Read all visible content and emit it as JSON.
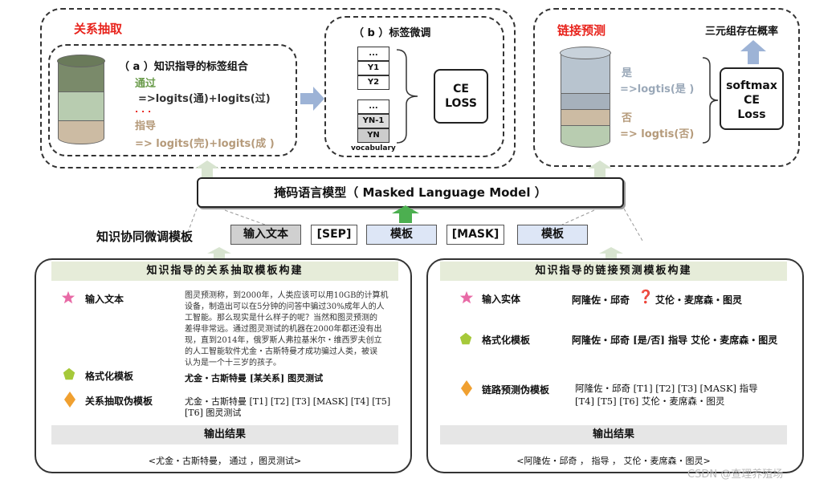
{
  "relation_extraction": {
    "title": "关系抽取",
    "section_a": "（ a ）知识指导的标签组合",
    "label_1": "通过",
    "label_1_formula": "=>logits(通)+logits(过)",
    "ellipsis": ". . .",
    "label_2": "指导",
    "label_2_formula": "=> logits(完)+logits(成 )"
  },
  "fine_tuning": {
    "title": "（ b ）标签微调",
    "vocab_cells_top": [
      "...",
      "Y1",
      "Y2"
    ],
    "vocab_cells_bottom": [
      "...",
      "YN-1",
      "YN"
    ],
    "vocab_label": "vocabulary",
    "loss_box": [
      "CE",
      "LOSS"
    ]
  },
  "link_prediction": {
    "title": "链接预测",
    "triple_prob": "三元组存在概率",
    "yes": "是",
    "yes_formula": "=>logtis(是 )",
    "no": "否",
    "no_formula": "=> logtis(否)",
    "loss_box": [
      "softmax",
      "CE",
      "Loss"
    ]
  },
  "mlm": {
    "label": "掩码语言模型（ Masked Language Model ）"
  },
  "template_row": {
    "title": "知识协同微调模板",
    "tokens": [
      "输入文本",
      "[SEP]",
      "模板",
      "[MASK]",
      "模板"
    ]
  },
  "left_panel": {
    "header": "知识指导的关系抽取模板构建",
    "rows": [
      {
        "icon": "star",
        "label": "输入文本"
      },
      {
        "icon": "pentagon",
        "label": "格式化模板",
        "value": "尤金・古斯特曼 [某关系] 图灵测试"
      },
      {
        "icon": "diamond",
        "label": "关系抽取伪模板",
        "value": "尤金・古斯特曼 [T1] [T2] [T3] [MASK] [T4] [T5]",
        "value2": "[T6] 图灵测试"
      }
    ],
    "paragraph": [
      "图灵预测称，到2000年，人类应该可以用10GB的计算机",
      "设备，制造出可以在5分钟的问答中骗过30%成年人的人",
      "工智能。那么现实是什么样子的呢？当然和图灵预测的",
      "差得非常远。通过图灵测试的机器在2000年都还没有出",
      "现，直到2014年，俄罗斯人弗拉基米尔・维西罗夫创立",
      "的人工智能软件尤金・古斯特曼才成功骗过人类，被误",
      "认为是一个十三岁的孩子。"
    ],
    "output_header": "输出结果",
    "output": "<尤金・古斯特曼， 通过 ，图灵测试>"
  },
  "right_panel": {
    "header": "知识指导的链接预测模板构建",
    "rows": [
      {
        "icon": "star",
        "label": "输入实体",
        "value": "阿隆佐・邱奇",
        "value_b": "艾伦・麦席森・图灵"
      },
      {
        "icon": "pentagon",
        "label": "格式化模板",
        "value": "阿隆佐・邱奇 [是/否] 指导 艾伦・麦席森・图灵"
      },
      {
        "icon": "diamond",
        "label": "链路预测伪模板",
        "value": "阿隆佐・邱奇 [T1] [T2] [T3] [MASK] 指导",
        "value2": "[T4] [T5] [T6] 艾伦・麦席森・图灵"
      }
    ],
    "question_mark": "❓",
    "output_header": "输出结果",
    "output": "<阿隆佐・邱奇 ， 指导 ， 艾伦・麦席森・图灵>"
  },
  "watermark": "CSDN @查理养殖场",
  "colors": {
    "red": "#e8231c",
    "cyl_dark": "#7a8a6a",
    "cyl_green": "#b8ccb0",
    "cyl_tan": "#ccbba3",
    "cyl_blue": "#b8c4cf",
    "arrow_blue": "#9db3d6",
    "arrow_green": "#4caf50",
    "template_blue": "#dde6f6",
    "input_gray": "#d0d0d0"
  }
}
